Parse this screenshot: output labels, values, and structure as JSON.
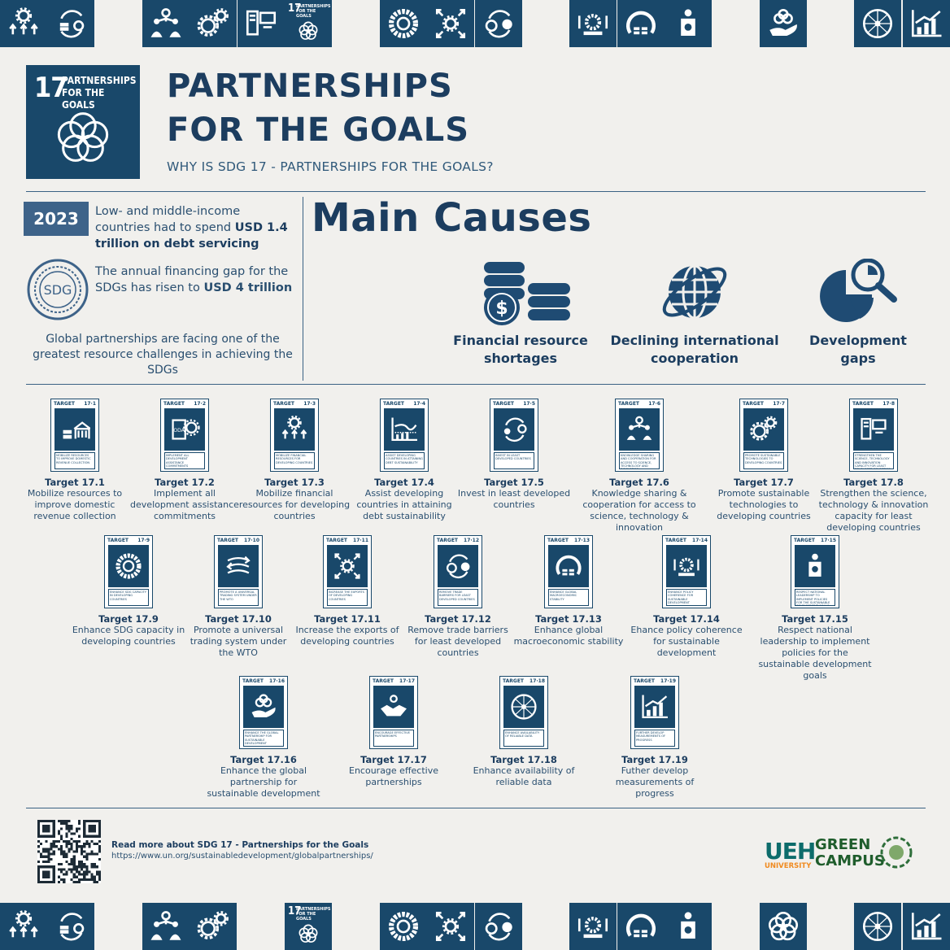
{
  "sdg_badge": {
    "number": "17",
    "title_line1": "PARTNERSHIPS",
    "title_line2": "FOR THE GOALS"
  },
  "header": {
    "title_line1": "PARTNERSHIPS",
    "title_line2": "FOR THE GOALS",
    "subtitle": "WHY IS SDG 17 - PARTNERSHIPS FOR THE GOALS?"
  },
  "stats": {
    "year": "2023",
    "stat1_text": "Low- and middle-income countries had to spend ",
    "stat1_bold": "USD 1.4 trillion on debt servicing",
    "coin_label": "SDG",
    "stat2_text": "The annual financing gap for the SDGs has risen to ",
    "stat2_bold": "USD 4 trillion",
    "stat3": "Global partnerships are facing one of the greatest resource challenges in achieving the SDGs"
  },
  "main_causes": {
    "title": "Main Causes",
    "items": [
      {
        "line1": "Financial resource",
        "line2": "shortages",
        "icon": "coins-dollar-icon"
      },
      {
        "line1": "Declining international",
        "line2": "cooperation",
        "icon": "globe-icon"
      },
      {
        "line1": "Development",
        "line2": "gaps",
        "icon": "pie-chart-magnifier-icon"
      }
    ]
  },
  "card_header": "TARGET",
  "targets": [
    {
      "code": "17·1",
      "name": "Target 17.1",
      "desc": "Mobilize resources to improve domestic revenue collection",
      "caption": "MOBILIZE RESOURCES TO IMPROVE DOMESTIC REVENUE COLLECTION",
      "icon": "revenue-icon"
    },
    {
      "code": "17·2",
      "name": "Target 17.2",
      "desc": "Implement all development assistance commitments",
      "caption": "IMPLEMENT ALL DEVELOPMENT ASSISTANCE COMMITMENTS",
      "icon": "oda-icon"
    },
    {
      "code": "17·3",
      "name": "Target 17.3",
      "desc": "Mobilize financial resources for developing countries",
      "caption": "MOBILIZE FINANCIAL RESOURCES FOR DEVELOPING COUNTRIES",
      "icon": "gear-arrows-icon"
    },
    {
      "code": "17·4",
      "name": "Target 17.4",
      "desc": "Assist developing countries in attaining debt sustainability",
      "caption": "ASSIST DEVELOPING COUNTRIES IN ATTAINING DEBT SUSTAINABILITY",
      "icon": "chart-icon"
    },
    {
      "code": "17·5",
      "name": "Target 17.5",
      "desc": "Invest in least developed countries",
      "caption": "INVEST IN LEAST DEVELOPED COUNTRIES",
      "icon": "invest-cycle-icon"
    },
    {
      "code": "17·6",
      "name": "Target 17.6",
      "desc": "Knowledge sharing & cooperation for access to science, technology & innovation",
      "caption": "KNOWLEDGE SHARING AND COOPERATION FOR ACCESS TO SCIENCE, TECHNOLOGY AND INNOVATION",
      "icon": "network-people-icon"
    },
    {
      "code": "17·7",
      "name": "Target 17.7",
      "desc": "Promote sustainable technologies to developing countries",
      "caption": "PROMOTE SUSTAINABLE TECHNOLOGIES TO DEVELOPING COUNTRIES",
      "icon": "gears-icon"
    },
    {
      "code": "17·8",
      "name": "Target 17.8",
      "desc": "Strengthen the science, technology & innovation capacity for least developing countries",
      "caption": "STRENGTHEN THE SCIENCE, TECHNOLOGY AND INNOVATION CAPACITY FOR LEAST DEVELOPED COUNTRIES",
      "icon": "computer-icon"
    },
    {
      "code": "17·9",
      "name": "Target 17.9",
      "desc": "Enhance SDG capacity in developing countries",
      "caption": "ENHANCE SDG CAPACITY IN DEVELOPING COUNTRIES",
      "icon": "sdg-wheel-icon"
    },
    {
      "code": "17·10",
      "name": "Target 17.10",
      "desc": "Promote a universal trading system under the WTO",
      "caption": "PROMOTE A UNIVERSAL TRADING SYSTEM UNDER THE WTO",
      "icon": "trade-arrows-icon"
    },
    {
      "code": "17·11",
      "name": "Target 17.11",
      "desc": "Increase the exports of developing countries",
      "caption": "INCREASE THE EXPORTS OF DEVELOPING COUNTRIES",
      "icon": "export-arrows-icon"
    },
    {
      "code": "17·12",
      "name": "Target 17.12",
      "desc": "Remove trade barriers for least developed countries",
      "caption": "REMOVE TRADE BARRIERS FOR LEAST DEVELOPED COUNTRIES",
      "icon": "gear-globe-icon"
    },
    {
      "code": "17·13",
      "name": "Target 17.13",
      "desc": "Enhance global macroeconomic stability",
      "caption": "ENHANCE GLOBAL MACROECONOMIC STABILITY",
      "icon": "stability-icon"
    },
    {
      "code": "17·14",
      "name": "Target 17.14",
      "desc": "Ehance policy coherence for sustainable development",
      "caption": "ENHANCE POLICY COHERENCE FOR SUSTAINABLE DEVELOPMENT",
      "icon": "policy-wheel-icon"
    },
    {
      "code": "17·15",
      "name": "Target 17.15",
      "desc": "Respect national leadership to implement policies for the sustainable development goals",
      "caption": "RESPECT NATIONAL LEADERSHIP TO IMPLEMENT POLICIES FOR THE SUSTAINABLE DEVELOPMENT GOALS",
      "icon": "podium-icon"
    },
    {
      "code": "17·16",
      "name": "Target 17.16",
      "desc": "Enhance the global partnership for sustainable development",
      "caption": "ENHANCE THE GLOBAL PARTNERSHIP FOR SUSTAINABLE DEVELOPMENT",
      "icon": "hand-flower-icon"
    },
    {
      "code": "17·17",
      "name": "Target 17.17",
      "desc": "Encourage effective partnerships",
      "caption": "ENCOURAGE EFFECTIVE PARTNERSHIPS",
      "icon": "handshake-icon"
    },
    {
      "code": "17·18",
      "name": "Target 17.18",
      "desc": "Enhance availability of reliable data",
      "caption": "ENHANCE AVAILABILITY OF RELIABLE DATA",
      "icon": "data-globe-icon"
    },
    {
      "code": "17·19",
      "name": "Target 17.19",
      "desc": "Futher develop measurements of progress",
      "caption": "FURTHER DEVELOP MEASUREMENTS OF PROGRESS",
      "icon": "bar-chart-icon"
    }
  ],
  "footer": {
    "read_more": "Read more about SDG 17 - Partnerships for the Goals",
    "url": "https://www.un.org/sustainabledevelopment/globalpartnerships/",
    "logo_ueh": "UEH",
    "logo_university": "UNIVERSITY",
    "logo_green": "GREEN",
    "logo_campus": "CAMPUS"
  },
  "colors": {
    "navy": "#19486a",
    "text": "#1c3d5f",
    "background": "#f1f0ed"
  }
}
